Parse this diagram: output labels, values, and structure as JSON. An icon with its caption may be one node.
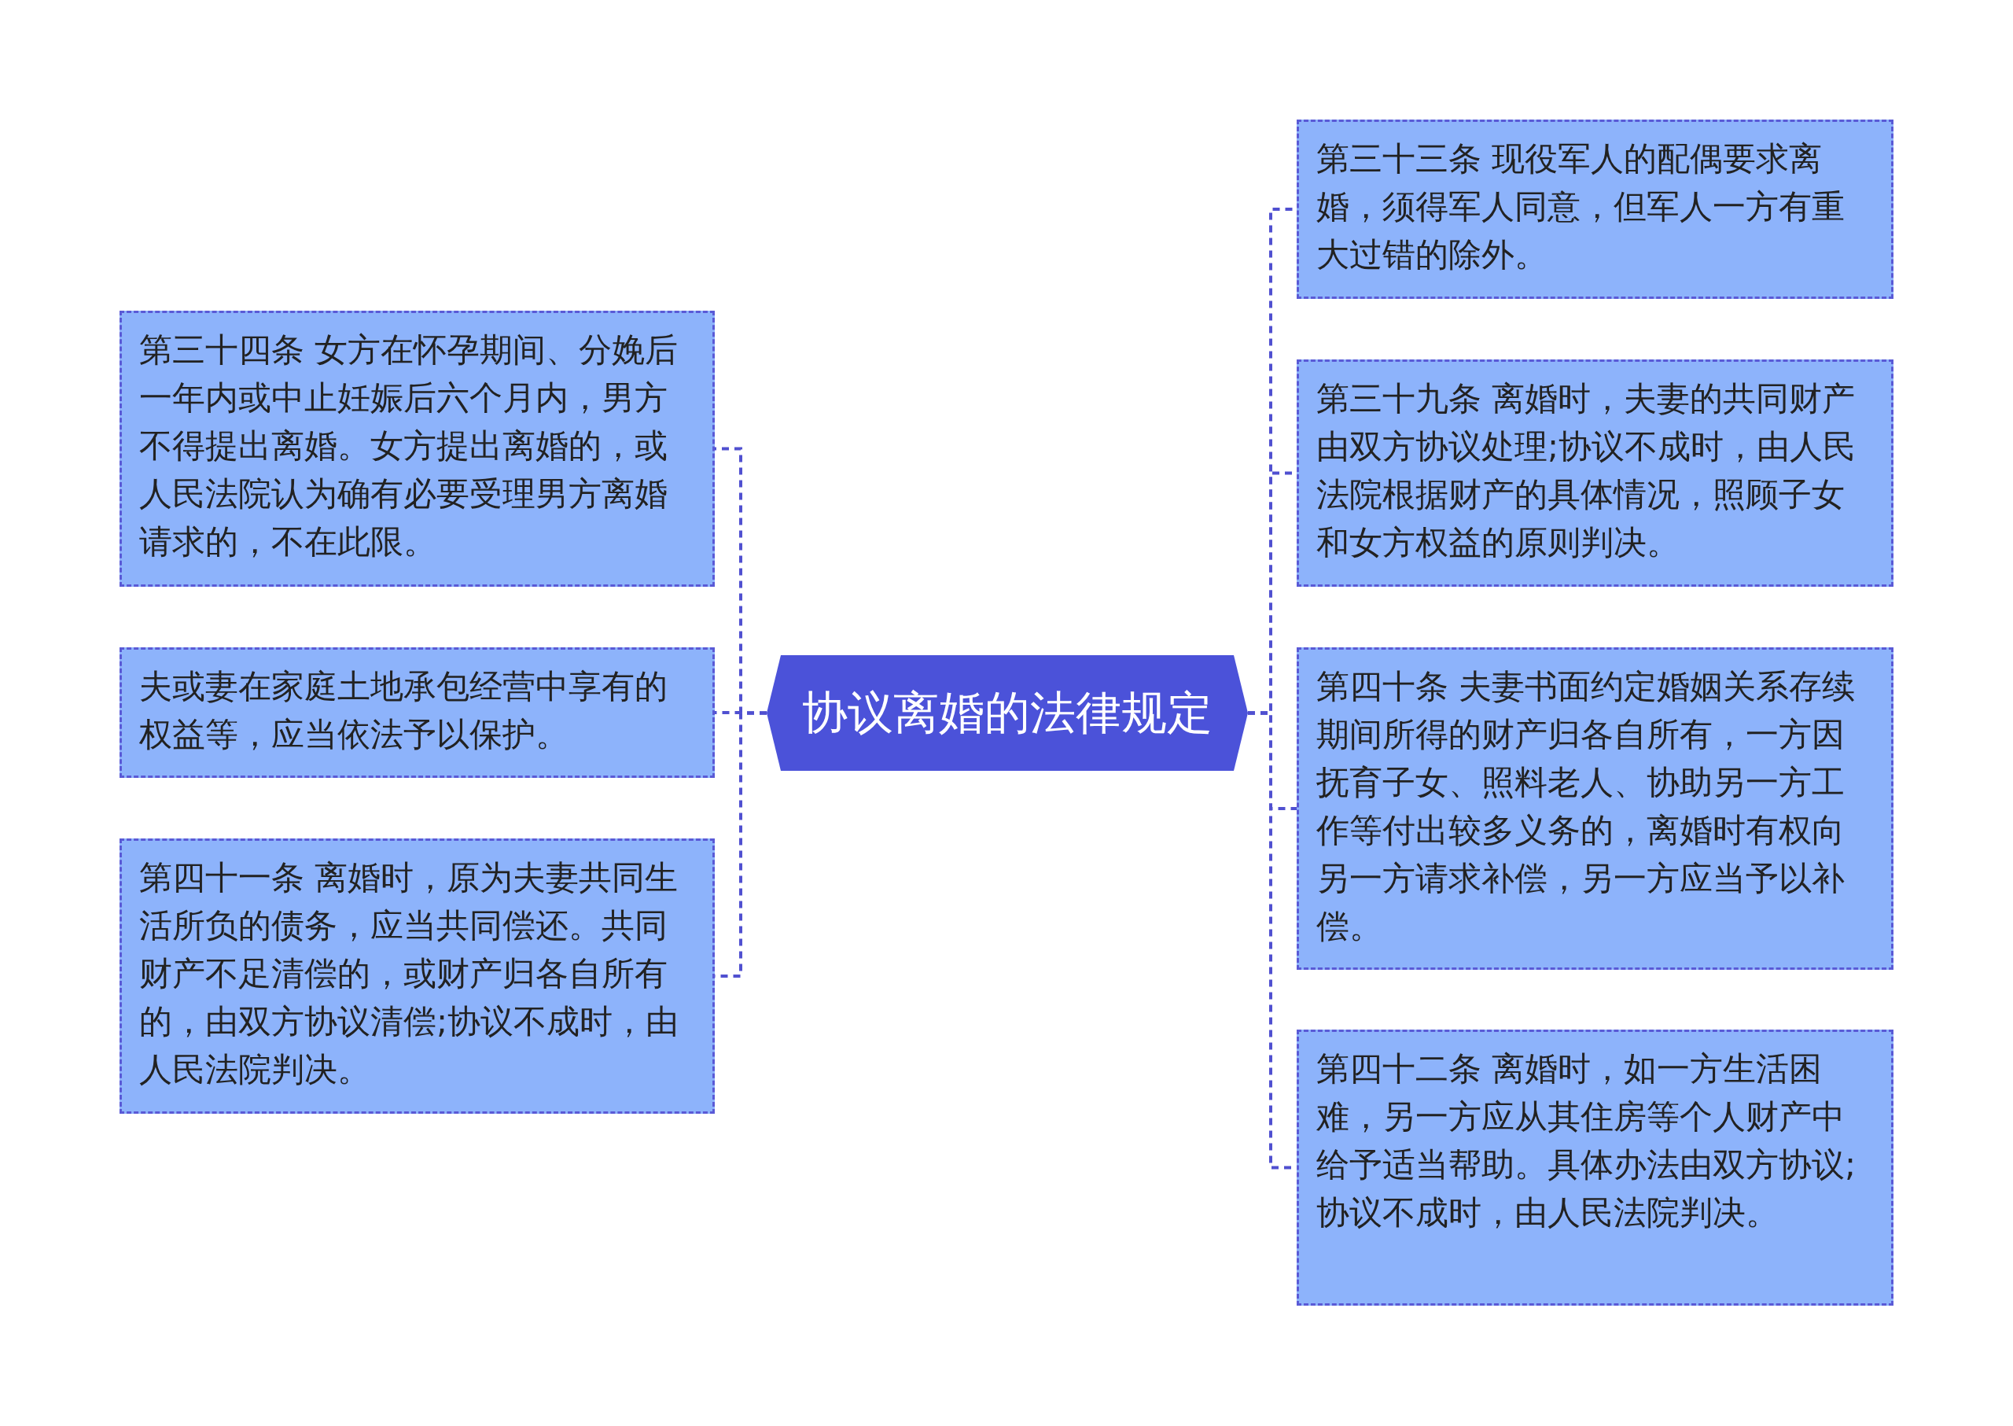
{
  "diagram": {
    "nodes": [
      {
        "text": [
          "协议离婚的法律规定"
        ]
      },
      {
        "text": [
          "第三十四条 女方在怀孕期间、分娩后一年内或中止妊娠后六个月内，男方不得提出离婚。女方提出离婚的，或人民法院认为确有必要受理男方离婚请求的，不在此限。"
        ]
      },
      {
        "text": [
          "夫或妻在家庭土地承包经营中享有的权益等，应当依法予以保护。"
        ]
      },
      {
        "text": [
          "第四十一条 离婚时，原为夫妻共同生活所负的债务，应当共同偿还。共同财产不足清偿的，或财产归各自所有的，由双方协议清偿;协议不成时，由人民法院判决。"
        ]
      },
      {
        "text": [
          "第三十三条 现役军人的配偶要求离婚，须得军人同意，但军人一方有重大过错的除外。"
        ]
      },
      {
        "text": [
          "第三十九条 离婚时，夫妻的共同财产由双方协议处理;协议不成时，由人民法院根据财产的具体情况，照顾子女和女方权益的原则判决。"
        ]
      },
      {
        "text": [
          "第四十条 夫妻书面约定婚姻关系存续期间所得的财产归各自所有，一方因抚育子女、照料老人、协助另一方工作等付出较多义务的，离婚时有权向另一方请求补偿，另一方应当予以补偿。"
        ]
      },
      {
        "text": [
          "第四十二条 离婚时，如一方生活困难，另一方应从其住房等个人财产中给予适当帮助。具体办法由双方协议;协议不成时，由人民法院判决。"
        ]
      }
    ],
    "edges": [
      {
        "from": 0,
        "to": 1,
        "arrow": "none"
      },
      {
        "from": 0,
        "to": 2,
        "arrow": "none"
      },
      {
        "from": 0,
        "to": 3,
        "arrow": "none"
      },
      {
        "from": 0,
        "to": 4,
        "arrow": "none"
      },
      {
        "from": 0,
        "to": 5,
        "arrow": "none"
      },
      {
        "from": 0,
        "to": 6,
        "arrow": "none"
      },
      {
        "from": 0,
        "to": 7,
        "arrow": "none"
      }
    ]
  }
}
